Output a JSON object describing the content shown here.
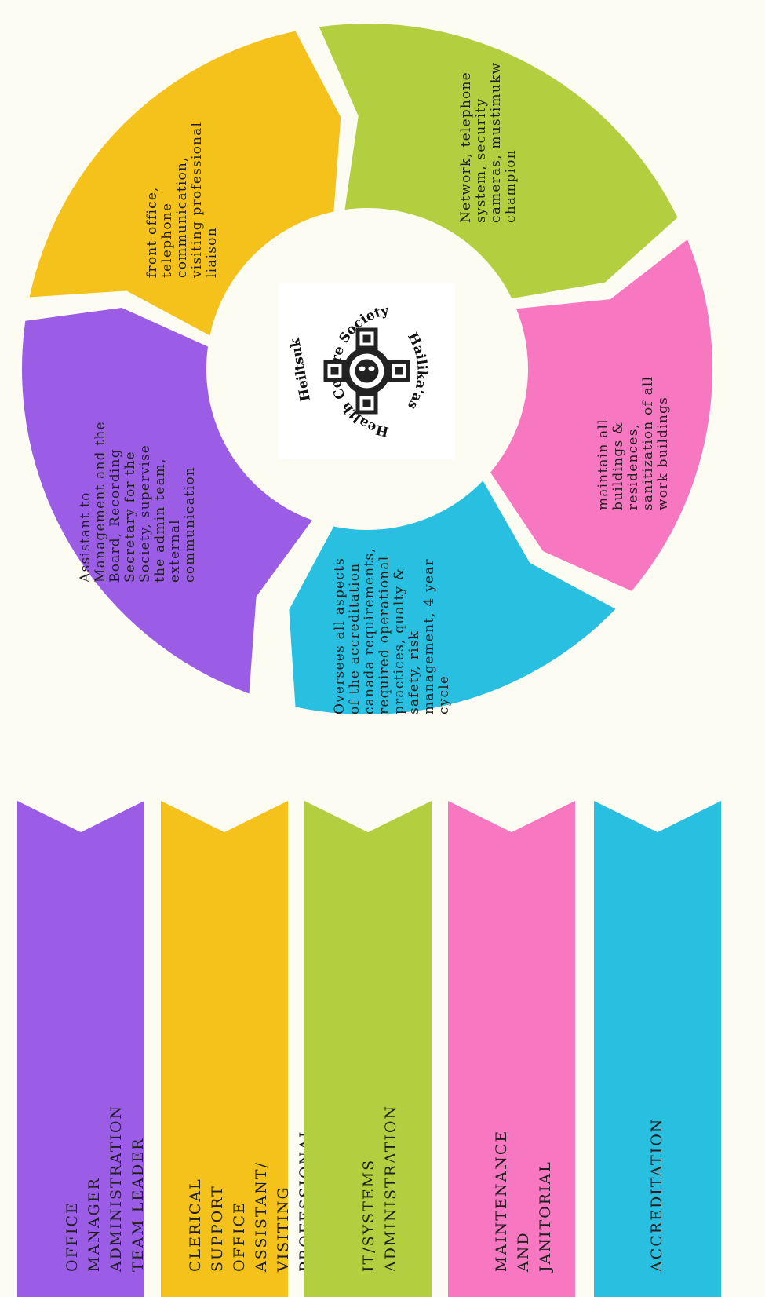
{
  "colors": {
    "purple": "#9b5de5",
    "yellow": "#f5c11b",
    "green": "#b3cf3f",
    "pink": "#f777c1",
    "blue": "#28bfe0",
    "background": "#fdfcf3"
  },
  "cycle": {
    "segments": [
      {
        "id": "admin",
        "color": "purple",
        "text": "Assistant to\nManagement and the\nBoard, Recording\nSecretary for the\nSociety, supervise\nthe admin team,\nexternal\ncommunication"
      },
      {
        "id": "clerical",
        "color": "yellow",
        "text": "front office,\ntelephone\ncommunication,\nvisiting professional\nliaison"
      },
      {
        "id": "it",
        "color": "green",
        "text": "Network, telephone\nsystem, security\ncameras, mustimukw\nchampion"
      },
      {
        "id": "maintenance",
        "color": "pink",
        "text": "maintain all\nbuildings &\nresidences,\nsanitization of all\nwork buildings"
      },
      {
        "id": "accreditation",
        "color": "blue",
        "text": "Oversees all aspects\nof the accreditation\ncanada requirements,\nrequired operational\npractices, qualty &\nsafety, risk\nmanagement, 4 year\ncycle"
      }
    ],
    "logo": {
      "top_text": "Health Centre Society",
      "bottom_text": "Heiltsuk",
      "right_text": "Hailika'as"
    }
  },
  "banners": [
    {
      "id": "office-manager",
      "color": "purple",
      "text": "OFFICE MANAGER\nADMINISTRATION TEAM LEADER"
    },
    {
      "id": "clerical-support",
      "color": "yellow",
      "text": "CLERICAL SUPPORT\nOFFICE ASSISTANT/ VISITING\nPROFESSIONAL LIAISON\nRECEPTIONIST"
    },
    {
      "id": "it-systems",
      "color": "green",
      "text": "IT/SYSTEMS ADMINISTRATION"
    },
    {
      "id": "maintenance",
      "color": "pink",
      "text": "MAINTENANCE\nAND JANITORIAL"
    },
    {
      "id": "accreditation",
      "color": "blue",
      "text": "ACCREDITATION"
    }
  ]
}
